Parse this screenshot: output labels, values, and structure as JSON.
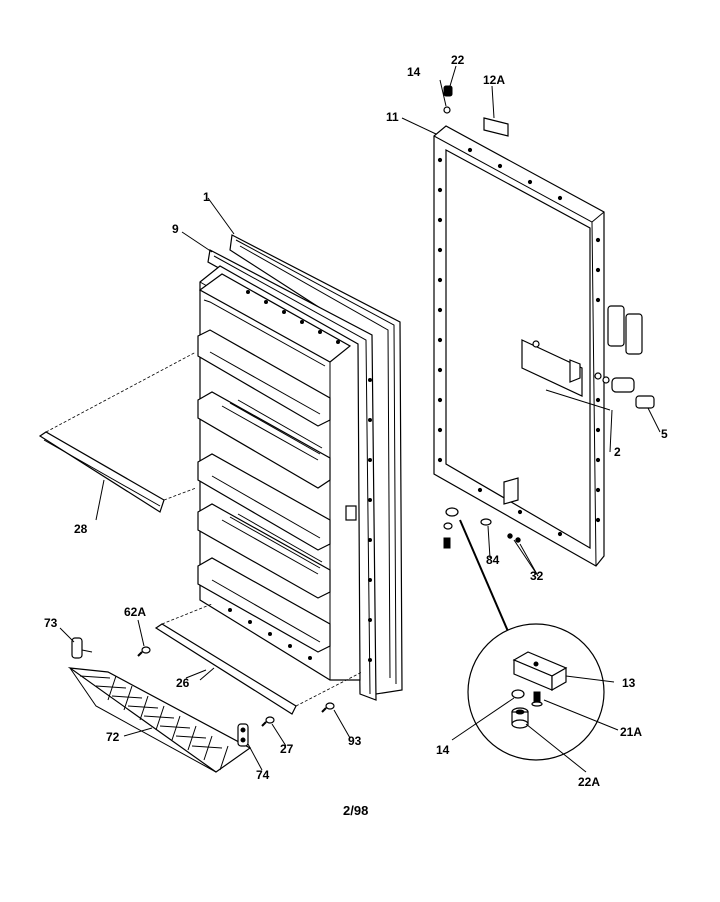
{
  "labels": {
    "l1": "1",
    "l9": "9",
    "l11": "11",
    "l14_top": "14",
    "l22": "22",
    "l12A": "12A",
    "l2": "2",
    "l5": "5",
    "l28": "28",
    "l84": "84",
    "l32": "32",
    "l73": "73",
    "l62A": "62A",
    "l26": "26",
    "l13": "13",
    "l72": "72",
    "l27": "27",
    "l93": "93",
    "l74": "74",
    "l14_bot": "14",
    "l21A": "21A",
    "l22A": "22A"
  },
  "footer": {
    "date": "2/98"
  }
}
